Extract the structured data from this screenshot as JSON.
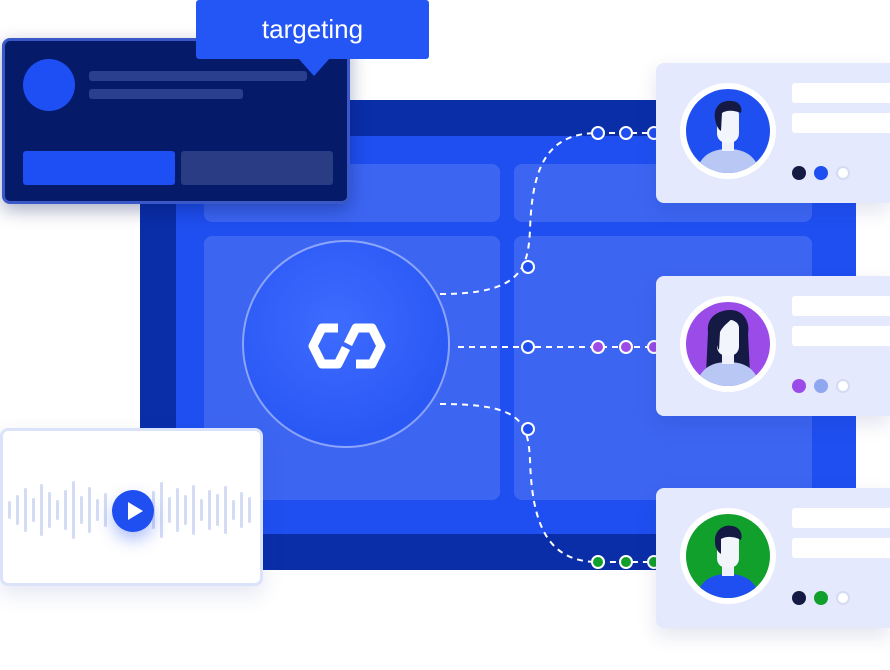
{
  "tooltip": {
    "label": "targeting"
  },
  "icons": {
    "hub": "chain-link-icon",
    "play": "play-icon",
    "waveform": "audio-waveform-icon"
  },
  "colors": {
    "brand_blue": "#1f4ff0",
    "monitor_frame": "#0a2ea8",
    "card_navy": "#061a6a",
    "user_card_bg": "#e4e9fd",
    "accent_purple": "#9a4be8",
    "accent_green": "#12a02c",
    "accent_periwinkle": "#8fa6f0"
  },
  "users": [
    {
      "name": "user-profile-1",
      "avatar_bg": "#1f4ff0",
      "connector_color": "#1f4ff0",
      "status_dots": [
        "#151a45",
        "#1f4ff0",
        "#ffffff"
      ]
    },
    {
      "name": "user-profile-2",
      "avatar_bg": "#9a4be8",
      "connector_color": "#9a4be8",
      "status_dots": [
        "#9a4be8",
        "#8fa6f0",
        "#ffffff"
      ]
    },
    {
      "name": "user-profile-3",
      "avatar_bg": "#12a02c",
      "connector_color": "#12a02c",
      "status_dots": [
        "#151a45",
        "#12a02c",
        "#ffffff"
      ]
    }
  ]
}
